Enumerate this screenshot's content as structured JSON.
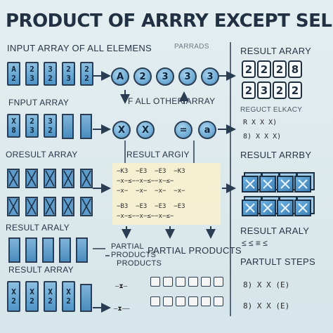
{
  "title": "PRODUCT OF ARRRY EXCEPT SELF'",
  "headers": {
    "input_array": "INPUT  ARRAY OF ALL ELEMENS",
    "input_array_faded": "PARRADS",
    "result_array_top": "RESULT ARARY",
    "fnput_array": "FNPUT ARRAY",
    "f_all_other": "F ALL OTHER ARRAY",
    "result_array_left": "ORESULT ARRAY",
    "result_argy": "RESULT ARGIY",
    "result_arrby": "RESULT ARRBY",
    "result_araly_left": "RESULT ARALY",
    "result_araly_right": "RESULT ARALY",
    "pertial_products": "PARTIAL PRODUCTS",
    "partial_products_left": "PARTIAL",
    "products_line2": "PRODUCTS",
    "products_line3": "PRODUCTS",
    "result_array_bottom": "RESULT ARRAY",
    "partult_steps": "PARTULT STEPS",
    "regutt_elkacy": "REGUCT ELKACY"
  },
  "input_cells_row1": [
    [
      "A",
      "2"
    ],
    [
      "2",
      "3"
    ],
    [
      "3",
      "2"
    ],
    [
      "2",
      "3"
    ]
  ],
  "input_cells_row2": [
    [
      "X",
      "8"
    ],
    [
      "2",
      "3"
    ],
    [
      "3",
      "2"
    ],
    [
      "",
      ""
    ]
  ],
  "circles_row1": [
    "A",
    "2",
    "3",
    "3",
    "3"
  ],
  "circles_row2": [
    "X",
    "X",
    "=",
    "a"
  ],
  "result_top_row1": [
    "2",
    "2",
    "2",
    "8"
  ],
  "result_top_row2": [
    "2",
    "3",
    "2",
    "2"
  ],
  "eqn_row": [
    "R  X  X  X)",
    "8)  X  X  X)"
  ],
  "steps_row": "8)  X  X  (E)",
  "partial_symbols": "≤  ≤  ≡  ≤"
}
